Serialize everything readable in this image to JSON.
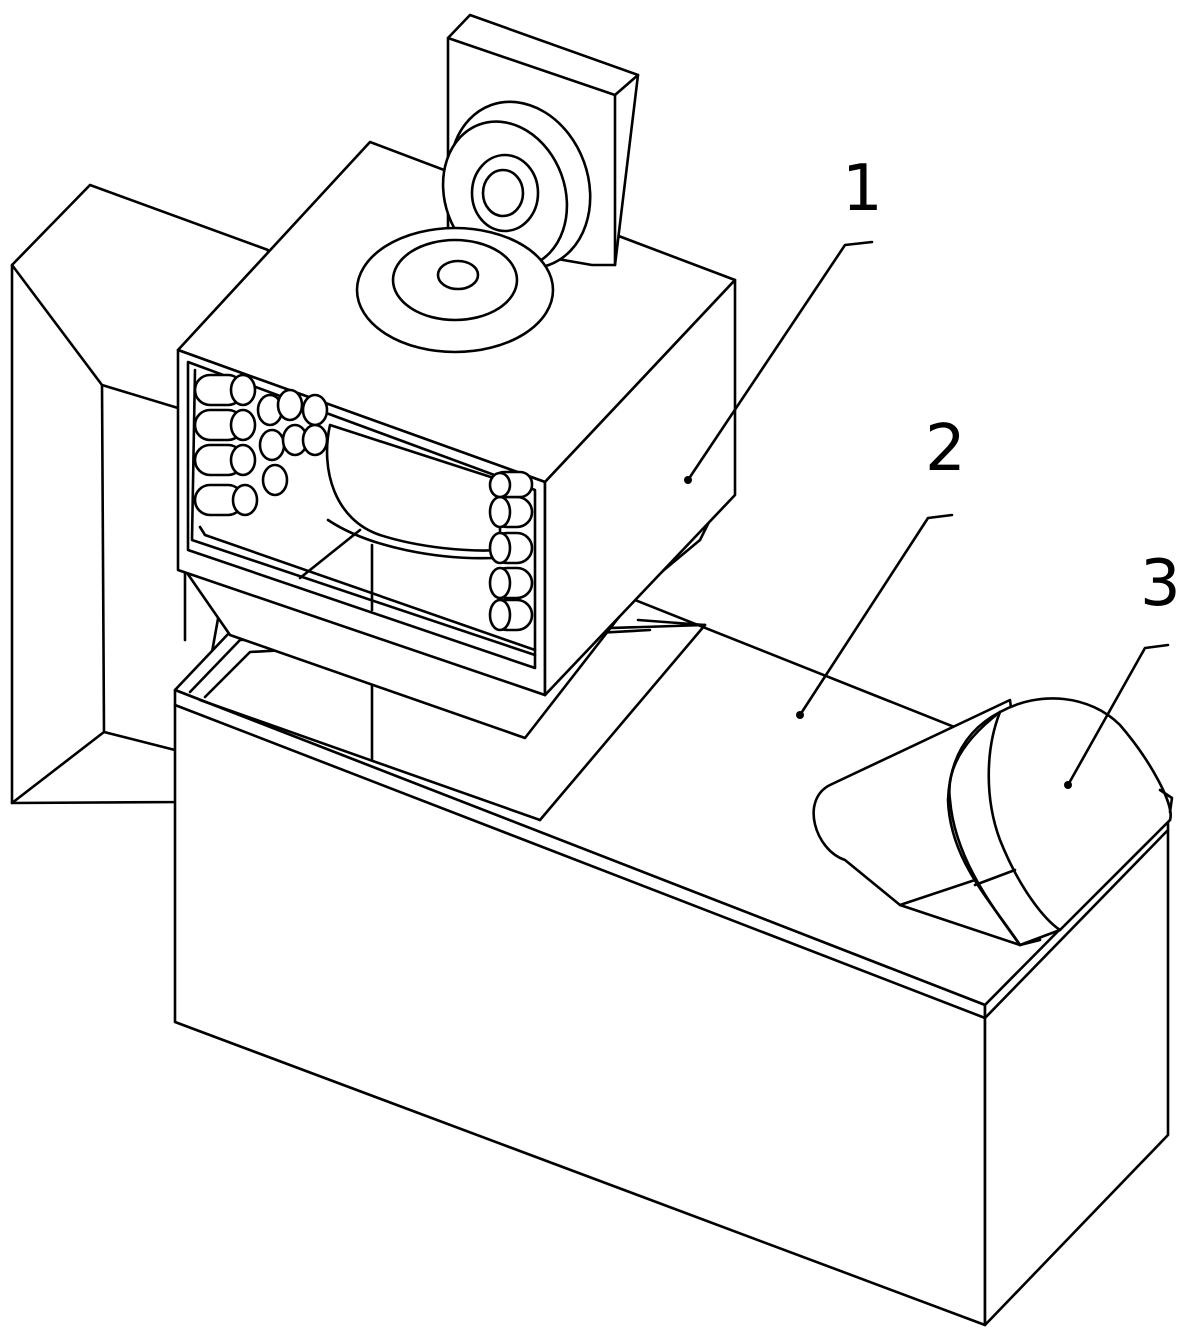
{
  "figure": {
    "labels": [
      {
        "id": "1",
        "text": "1"
      },
      {
        "id": "2",
        "text": "2"
      },
      {
        "id": "3",
        "text": "3"
      }
    ]
  }
}
